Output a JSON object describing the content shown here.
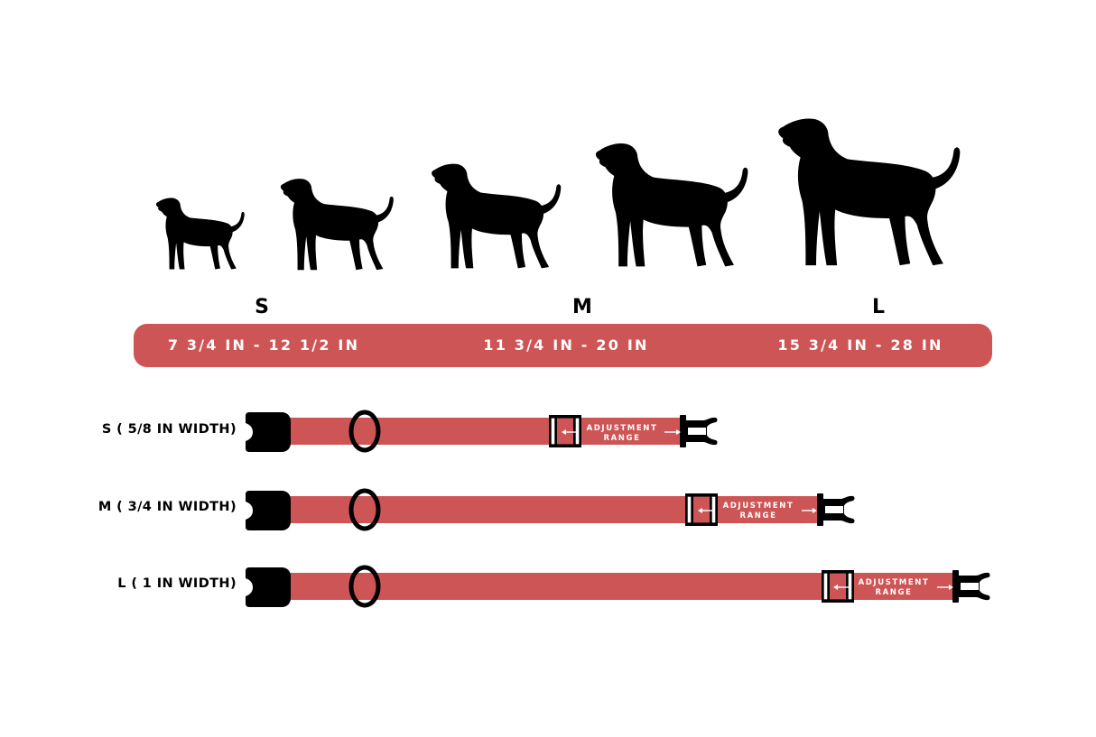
{
  "sizes": [
    {
      "letter": "S",
      "range": "7 3/4 IN - 12 1/2 IN"
    },
    {
      "letter": "M",
      "range": "11 3/4 IN - 20 IN"
    },
    {
      "letter": "L",
      "range": "15 3/4 IN - 28 IN"
    }
  ],
  "collars": [
    {
      "label": "S ( 5/8 IN WIDTH)",
      "adjustment_line1": "ADJUSTMENT",
      "adjustment_line2": "RANGE"
    },
    {
      "label": "M ( 3/4 IN WIDTH)",
      "adjustment_line1": "ADJUSTMENT",
      "adjustment_line2": "RANGE"
    },
    {
      "label": "L ( 1 IN WIDTH)",
      "adjustment_line1": "ADJUSTMENT",
      "adjustment_line2": "RANGE"
    }
  ],
  "colors": {
    "collar": "#cd5556",
    "silhouette": "#000000",
    "text_on_bar": "#ffffff"
  },
  "icons": [
    "dog-silhouette-icon",
    "buckle-icon",
    "d-ring-icon",
    "slider-icon",
    "double-arrow-icon"
  ]
}
